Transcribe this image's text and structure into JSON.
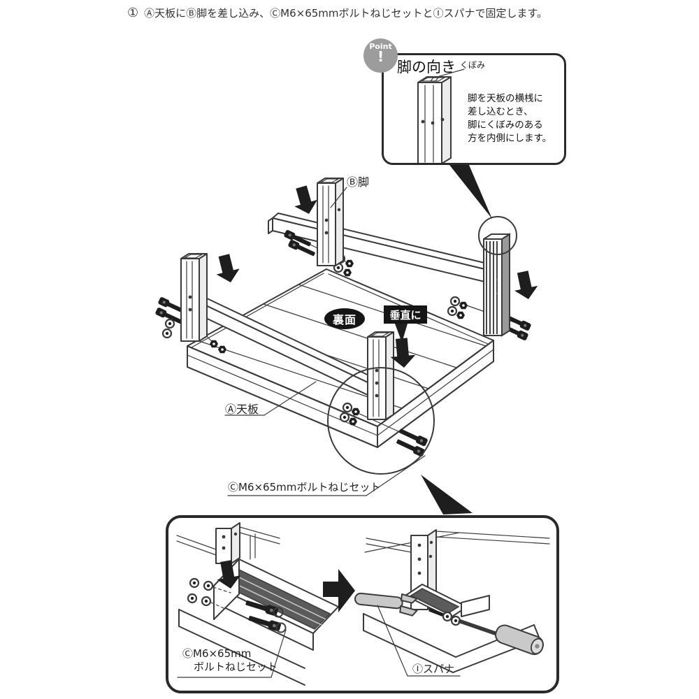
{
  "header": {
    "step_number": "①",
    "instruction": "Ⓐ天板にⒷ脚を差し込み、ⒸM6×65mmボルトねじセットとⒾスパナで固定します。"
  },
  "point_callout": {
    "badge_label": "Point",
    "badge_mark": "!",
    "title": "脚の向き",
    "notch_label": "くぼみ",
    "body_line1": "脚を天板の横桟に",
    "body_line2": "差し込むとき、",
    "body_line3": "脚にくぼみのある",
    "body_line4": "方を内側にします。"
  },
  "main_diagram": {
    "leg_label": "Ⓑ脚",
    "back_side_label": "裏面",
    "vertical_label": "垂直に",
    "tabletop_label": "Ⓐ天板",
    "bolt_set_label": "ⒸM6×65mmボルトねじセット"
  },
  "detail_box": {
    "bolt_set_label_line1": "ⒸM6×65mm",
    "bolt_set_label_line2": "ボルトねじセット",
    "spanner_label": "Ⓘスパナ"
  },
  "colors": {
    "line": "#3a3a3a",
    "solid_black": "#1e1e1e",
    "badge_gray": "#9c9c9c",
    "tool_gray": "#c9c9c9",
    "background": "#ffffff"
  }
}
